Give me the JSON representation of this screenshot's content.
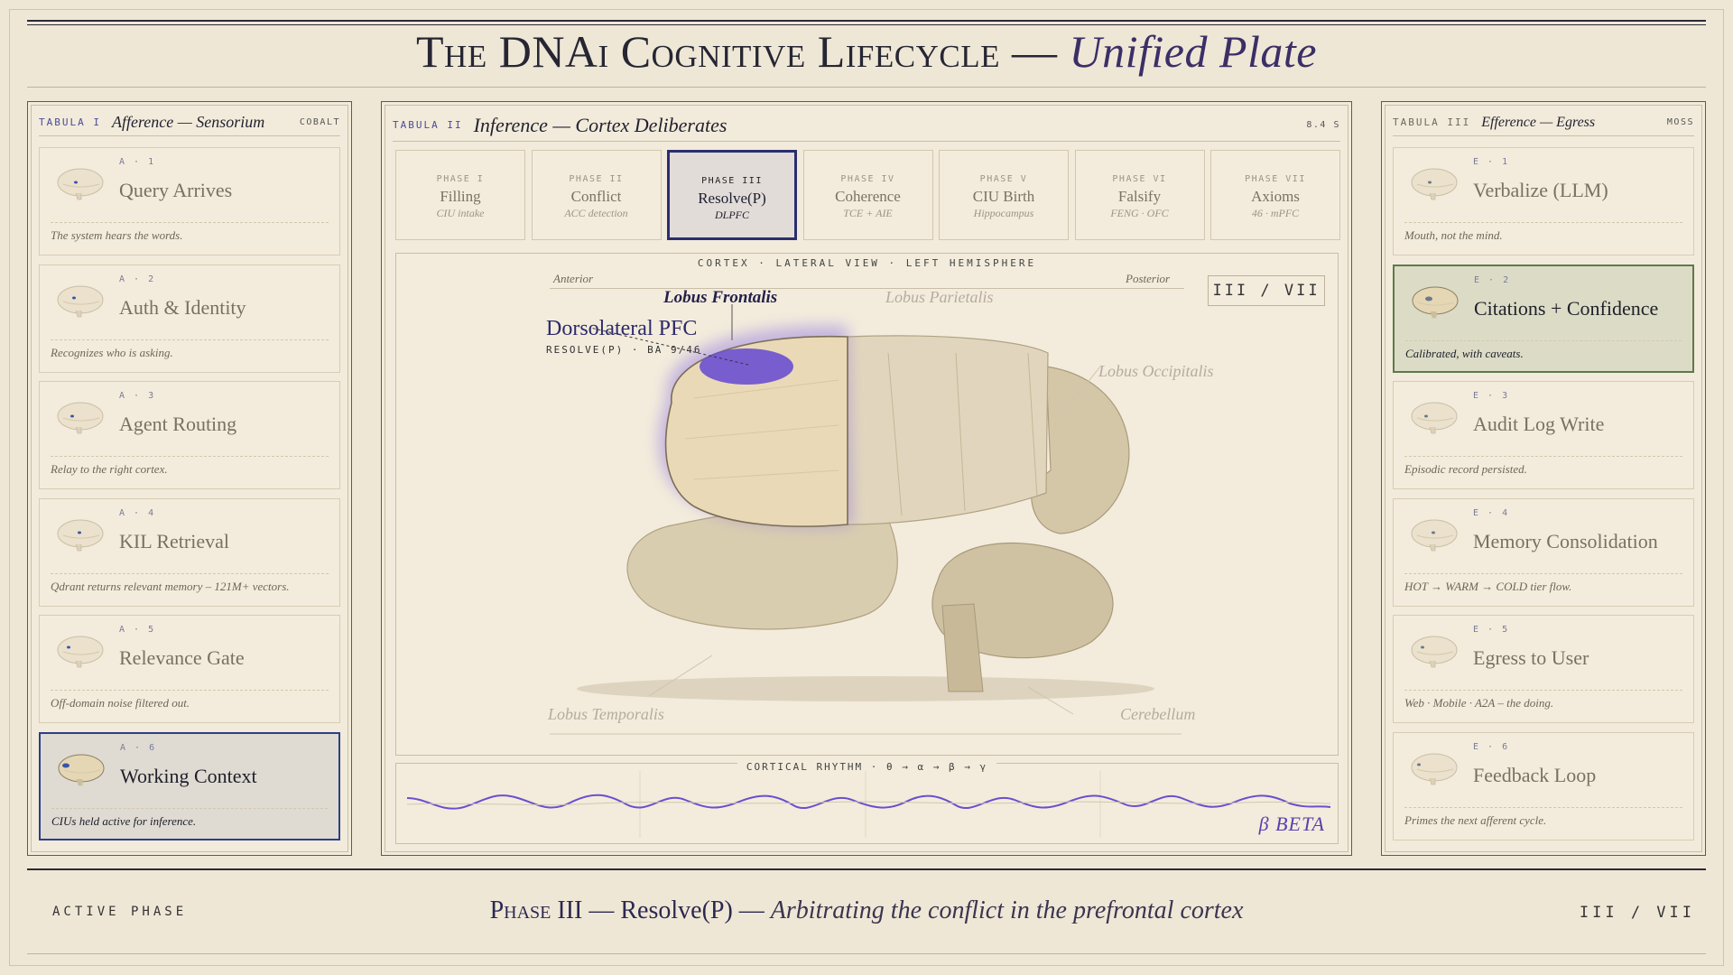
{
  "header": {
    "title_main": "The DNAi Cognitive Lifecycle",
    "title_dash": " — ",
    "title_italic": "Unified Plate"
  },
  "left_panel": {
    "tab": "TABULA I",
    "title": "Afference — Sensorium",
    "tag": "COBALT",
    "cards": [
      {
        "idx": "A · 1",
        "name": "Query Arrives",
        "desc": "The system hears the words."
      },
      {
        "idx": "A · 2",
        "name": "Auth & Identity",
        "desc": "Recognizes who is asking."
      },
      {
        "idx": "A · 3",
        "name": "Agent Routing",
        "desc": "Relay to the right cortex."
      },
      {
        "idx": "A · 4",
        "name": "KIL Retrieval",
        "desc": "Qdrant returns relevant memory – 121M+ vectors."
      },
      {
        "idx": "A · 5",
        "name": "Relevance Gate",
        "desc": "Off-domain noise filtered out."
      },
      {
        "idx": "A · 6",
        "name": "Working Context",
        "desc": "CIUs held active for inference."
      }
    ]
  },
  "center_panel": {
    "tab": "TABULA II",
    "title": "Inference — Cortex Deliberates",
    "tag": "8.4 S",
    "phases": [
      {
        "num": "PHASE I",
        "title": "Filling",
        "sub": "CIU intake"
      },
      {
        "num": "PHASE II",
        "title": "Conflict",
        "sub": "ACC detection"
      },
      {
        "num": "PHASE III",
        "title": "Resolve(P)",
        "sub": "DLPFC"
      },
      {
        "num": "PHASE IV",
        "title": "Coherence",
        "sub": "TCE + AIE"
      },
      {
        "num": "PHASE V",
        "title": "CIU Birth",
        "sub": "Hippocampus"
      },
      {
        "num": "PHASE VI",
        "title": "Falsify",
        "sub": "FENG · OFC"
      },
      {
        "num": "PHASE VII",
        "title": "Axioms",
        "sub": "46 · mPFC"
      }
    ],
    "stage": {
      "caption": "CORTEX · LATERAL VIEW · LEFT HEMISPHERE",
      "anterior": "Anterior",
      "posterior": "Posterior",
      "counter": "III / VII",
      "lobe_frontal": "Lobus Frontalis",
      "lobe_parietal": "Lobus Parietalis",
      "lobe_occipital": "Lobus Occipitalis",
      "lobe_temporal": "Lobus Temporalis",
      "cerebellum": "Cerebellum",
      "region_name": "Dorsolateral PFC",
      "region_sub": "RESOLVE(P) · BA 9/46"
    },
    "rhythm": {
      "caption": "CORTICAL RHYTHM · θ → α → β → γ",
      "band": "β BETA"
    }
  },
  "right_panel": {
    "tab": "TABULA III",
    "title": "Efference — Egress",
    "tag": "MOSS",
    "cards": [
      {
        "idx": "E · 1",
        "name": "Verbalize (LLM)",
        "desc": "Mouth, not the mind."
      },
      {
        "idx": "E · 2",
        "name": "Citations + Confidence",
        "desc": "Calibrated, with caveats."
      },
      {
        "idx": "E · 3",
        "name": "Audit Log Write",
        "desc": "Episodic record persisted."
      },
      {
        "idx": "E · 4",
        "name": "Memory Consolidation",
        "desc": "HOT → WARM → COLD tier flow."
      },
      {
        "idx": "E · 5",
        "name": "Egress to User",
        "desc": "Web · Mobile · A2A – the doing."
      },
      {
        "idx": "E · 6",
        "name": "Feedback Loop",
        "desc": "Primes the next afferent cycle."
      }
    ]
  },
  "footer": {
    "left": "ACTIVE PHASE",
    "phase": "Phase III",
    "sep1": " — ",
    "name": "Resolve(P)",
    "sep2": " — ",
    "desc": "Arbitrating the conflict in the prefrontal cortex",
    "right": "III / VII"
  },
  "colors": {
    "accent": "#6a4fd0",
    "active_blue": "#2c3f88",
    "active_green": "#5d7a4a",
    "parchment": "#efe7d6"
  }
}
